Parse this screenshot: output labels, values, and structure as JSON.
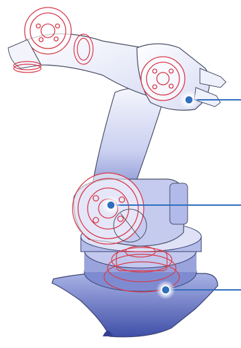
{
  "colors": {
    "body_light": "#eef0fb",
    "body_mid": "#b9c1ea",
    "body_dark": "#5565b8",
    "outline": "#4a4f66",
    "gear_red": "#d83a4c",
    "gear_glow": "#ff8f9c",
    "callout": "#2f6fbd",
    "callout_glow": "#ffffff"
  },
  "icons": {
    "robot_arm": "industrial-robot-arm-icon",
    "callout_marker": "callout-dot-icon"
  },
  "callouts": [
    {
      "id": "wrist"
    },
    {
      "id": "shoulder"
    },
    {
      "id": "base"
    }
  ]
}
